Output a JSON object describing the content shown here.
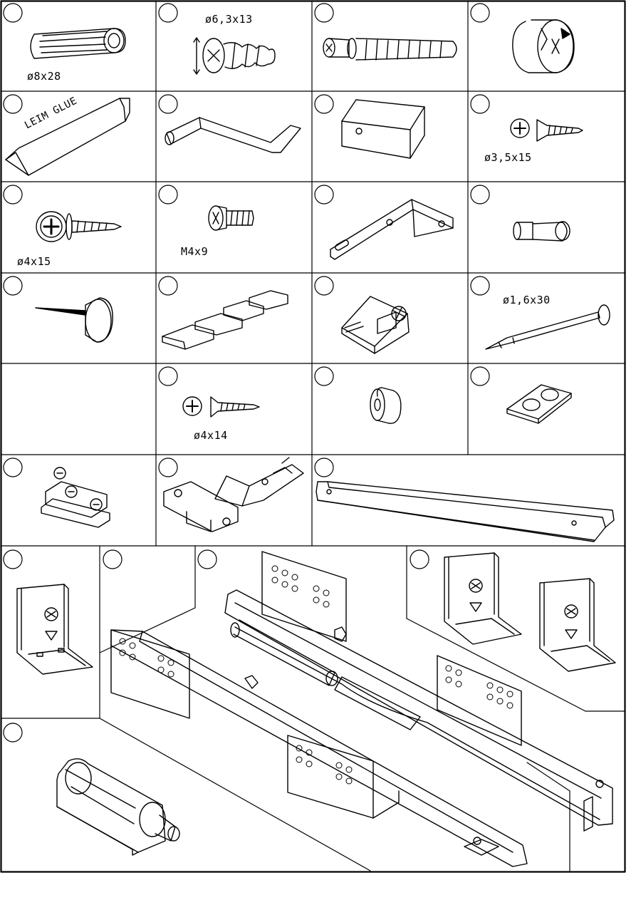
{
  "sheet": {
    "title": "",
    "labels": {
      "dowel": "ø8x28",
      "cam_bolt": "ø6,3x13",
      "glue": "LEIM GLUE",
      "screw_3_5x15": "ø3,5x15",
      "screw_4x15": "ø4x15",
      "bolt_m4x9": "M4x9",
      "nail": "ø1,6x30",
      "screw_4x14": "ø4x14"
    }
  },
  "parts": [
    {
      "name": "wooden-dowel"
    },
    {
      "name": "euro-screw"
    },
    {
      "name": "connector-bolt"
    },
    {
      "name": "cam-lock"
    },
    {
      "name": "glue-tube"
    },
    {
      "name": "hex-key"
    },
    {
      "name": "wooden-block"
    },
    {
      "name": "countersunk-screw-3-5"
    },
    {
      "name": "washer-screw-4"
    },
    {
      "name": "machine-bolt-m4"
    },
    {
      "name": "angle-bracket"
    },
    {
      "name": "shelf-support-pin"
    },
    {
      "name": "pushpin-glide"
    },
    {
      "name": "felt-pads"
    },
    {
      "name": "corner-connector"
    },
    {
      "name": "nail"
    },
    {
      "name": "countersunk-screw-4"
    },
    {
      "name": "bumper"
    },
    {
      "name": "double-felt-pad"
    },
    {
      "name": "hinge-mounting-plate"
    },
    {
      "name": "concealed-hinge"
    },
    {
      "name": "c-channel-rail"
    },
    {
      "name": "rail-bracket"
    },
    {
      "name": "drawer-runner-pair"
    },
    {
      "name": "runner-detail"
    },
    {
      "name": "rail-bracket-pair"
    },
    {
      "name": "push-latch"
    }
  ]
}
